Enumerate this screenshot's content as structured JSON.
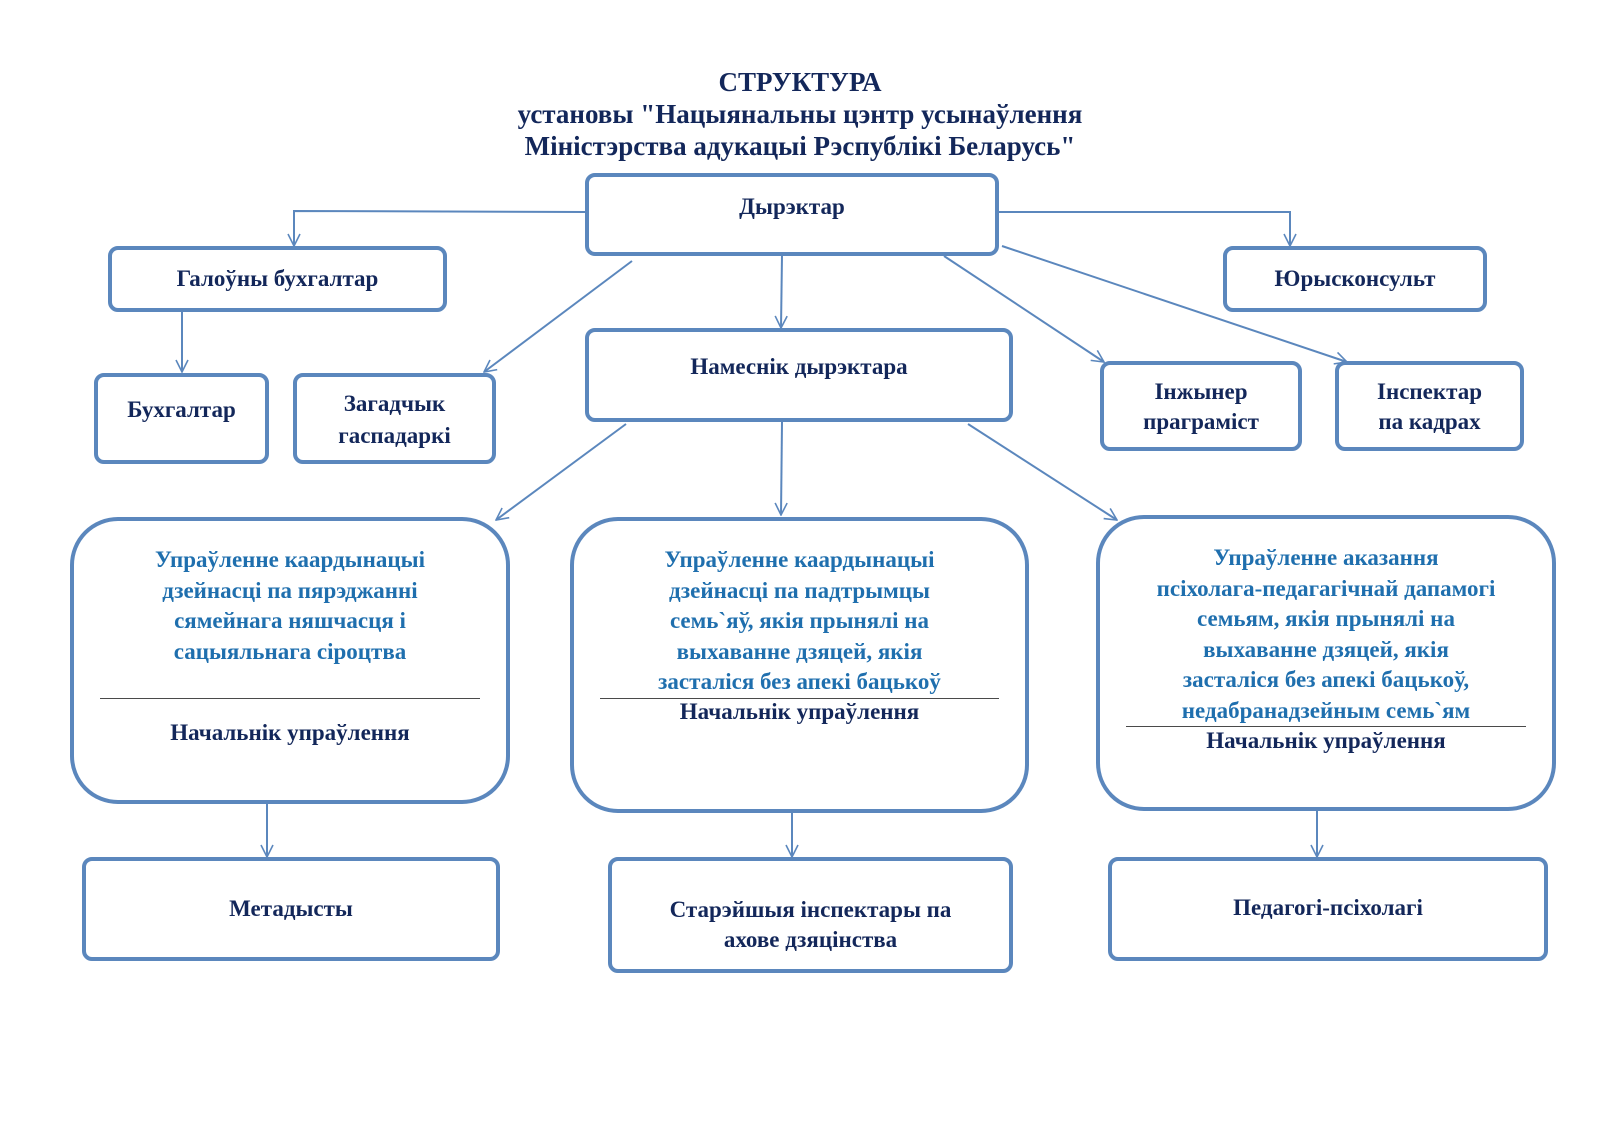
{
  "title": {
    "line1": "СТРУКТУРА",
    "line2": "установы \"Нацыянальны цэнтр усынаўлення",
    "line3": "Міністэрства адукацыі Рэспублікі Беларусь\""
  },
  "colors": {
    "border": "#5b87bd",
    "title_text": "#13275a",
    "dept_text": "#1f6fae"
  },
  "nodes": {
    "director": "Дырэктар",
    "chief_accountant": "Галоўны бухгалтар",
    "legal_advisor": "Юрысконсульт",
    "accountant": "Бухгалтар",
    "housekeeping_head": {
      "line1": "Загадчык",
      "line2": "гаспадаркі"
    },
    "deputy_director": "Намеснік дырэктара",
    "engineer_programmer": {
      "line1": "Інжынер",
      "line2": "праграміст"
    },
    "hr_inspector": {
      "line1": "Інспектар",
      "line2": "па кадрах"
    }
  },
  "departments": [
    {
      "lines": [
        "Упраўленне  каардынацыі",
        "дзейнасці па пярэджанні",
        "сямейнага няшчасця і",
        "сацыяльнага сіроцтва"
      ],
      "head": "Начальнік упраўлення",
      "staff": "Метадысты"
    },
    {
      "lines": [
        "Упраўленне  каардынацыі",
        "дзейнасці  па падтрымцы",
        "семь`яў, якія прынялі на",
        "выхаванне дзяцей, якія",
        "засталіся без апекі бацькоў"
      ],
      "head": "Начальнік упраўлення",
      "staff": {
        "line1": "Старэйшыя  інспектары па",
        "line2": "ахове  дзяцінства"
      }
    },
    {
      "lines": [
        "Упраўленне аказання",
        "псіхолага-педагагічнай дапамогі",
        "семьям, якія прынялі на",
        "выхаванне дзяцей, якія",
        "засталіся без апекі бацькоў,",
        "недабранадзейным семь`ям"
      ],
      "head": "Начальнік упраўлення",
      "staff": "Педагогі-псіхолагі"
    }
  ]
}
